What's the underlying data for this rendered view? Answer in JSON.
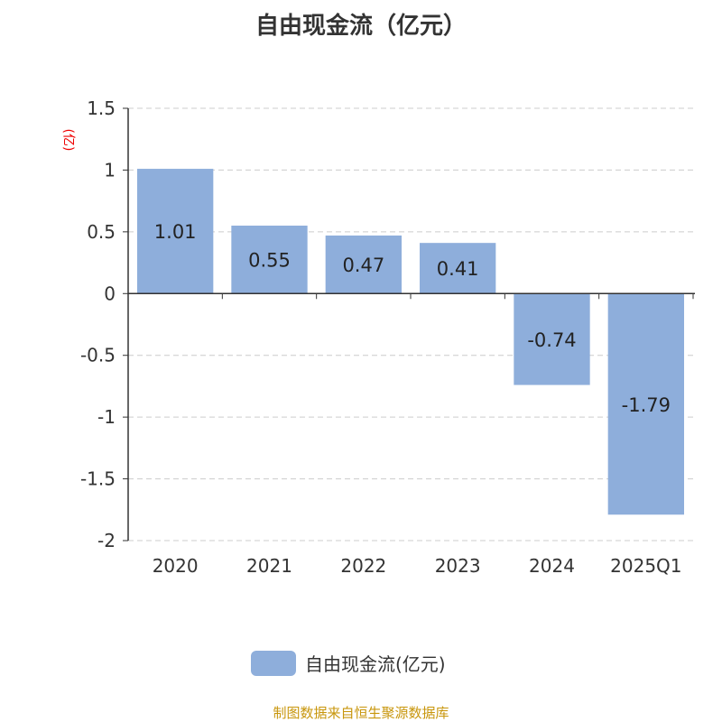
{
  "chart_data": {
    "type": "bar",
    "title": "自由现金流（亿元）",
    "ylabel": "(亿)",
    "categories": [
      "2020",
      "2021",
      "2022",
      "2023",
      "2024",
      "2025Q1"
    ],
    "series": [
      {
        "name": "自由现金流(亿元)",
        "values": [
          1.01,
          0.55,
          0.47,
          0.41,
          -0.74,
          -1.79
        ],
        "color": "#8eaedb"
      }
    ],
    "data_labels": [
      "1.01",
      "0.55",
      "0.47",
      "0.41",
      "-0.74",
      "-1.79"
    ],
    "ylim": [
      -2,
      1.5
    ],
    "yticks": [
      "-2",
      "-1.5",
      "-1",
      "-0.5",
      "0",
      "0.5",
      "1",
      "1.5"
    ],
    "grid": true,
    "legend": "bottom"
  },
  "footer": "制图数据来自恒生聚源数据库"
}
